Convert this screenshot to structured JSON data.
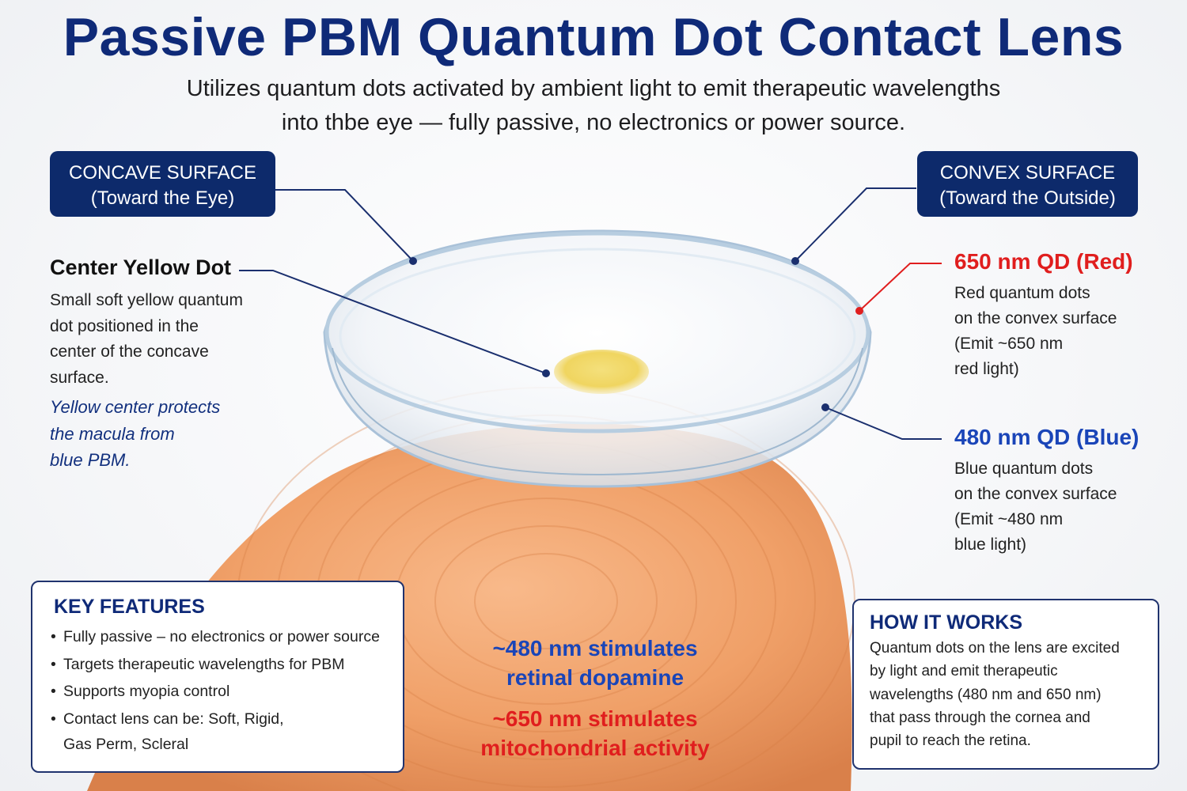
{
  "title": "Passive PBM Quantum Dot Contact Lens",
  "subtitle": {
    "line1": "Utilizes quantum dots activated by ambient light to emit therapeutic wavelengths",
    "line2": "into thbe eye — fully passive, no electronics or power source."
  },
  "concave": {
    "line1": "CONCAVE SURFACE",
    "line2": "(Toward the Eye)"
  },
  "convex": {
    "line1": "CONVEX SURFACE",
    "line2": "(Toward the Outside)"
  },
  "center_dot": {
    "heading": "Center Yellow Dot",
    "body": [
      "Small soft yellow quantum",
      "dot positioned in the",
      "center of the concave",
      "surface."
    ],
    "note": [
      "Yellow center protects",
      "the macula from",
      "blue PBM."
    ]
  },
  "red_qd": {
    "heading": "650 nm QD (Red)",
    "body": [
      "Red quantum dots",
      "on the convex surface",
      "(Emit ~650 nm",
      "red light)"
    ]
  },
  "blue_qd": {
    "heading": "480 nm QD (Blue)",
    "body": [
      "Blue quantum dots",
      "on the convex surface",
      "(Emit ~480 nm",
      "blue light)"
    ]
  },
  "key_features": {
    "title": "KEY FEATURES",
    "items": [
      "Fully passive – no electronics or power source",
      "Targets therapeutic wavelengths for PBM",
      "Supports myopia control",
      "Contact lens can be: Soft, Rigid,",
      "Gas Perm, Scleral"
    ]
  },
  "center_stats": {
    "blue_line1": "~480 nm stimulates",
    "blue_line2": "retinal dopamine",
    "red_line1": "~650 nm stimulates",
    "red_line2": "mitochondrial activity"
  },
  "how_it_works": {
    "title": "HOW IT WORKS",
    "body": [
      "Quantum dots on the lens are excited",
      "by light and emit therapeutic",
      "wavelengths (480 nm and 650 nm)",
      "that pass through the cornea and",
      "pupil to reach the retina."
    ]
  },
  "colors": {
    "navy": "#0d2a6b",
    "title_blue": "#0f2a78",
    "red": "#e01e1e",
    "blue": "#1a45b8",
    "skin": "#f0a068",
    "yellow_dot": "#f3d96a"
  }
}
